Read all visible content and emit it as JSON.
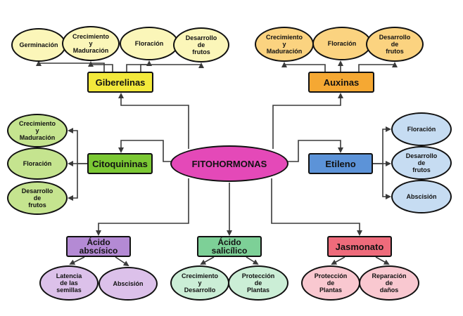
{
  "center": {
    "label": "FITOHORMONAS",
    "color": "#e449b8"
  },
  "hormones": {
    "giberelinas": {
      "label": "Giberelinas",
      "color": "#f3e93b",
      "effects": [
        "Germinación",
        "Crecimiento\ny\nMaduración",
        "Floración",
        "Desarrollo\nde\nfrutos"
      ],
      "effect_color": "#fbf6b9"
    },
    "auxinas": {
      "label": "Auxinas",
      "color": "#f5a833",
      "effects": [
        "Crecimiento\ny\nMaduración",
        "Floración",
        "Desarrollo\nde\nfrutos"
      ],
      "effect_color": "#fbd380"
    },
    "citoquininas": {
      "label": "Citoquininas",
      "color": "#7bc834",
      "effects": [
        "Crecimiento\ny\nMaduración",
        "Floración",
        "Desarrollo\nde\nfrutos"
      ],
      "effect_color": "#c5e48f"
    },
    "etileno": {
      "label": "Etileno",
      "color": "#5c93d8",
      "effects": [
        "Floración",
        "Desarrollo\nde\nfrutos",
        "Abscisión"
      ],
      "effect_color": "#c6dcf2"
    },
    "abscisico": {
      "label": "Ácido\nabscísico",
      "color": "#b48ad4",
      "effects": [
        "Latencia\nde las\nsemillas",
        "Abscisión"
      ],
      "effect_color": "#dcc1ea"
    },
    "salicilico": {
      "label": "Ácido\nsalicílico",
      "color": "#7dd097",
      "effects": [
        "Crecimiento\ny\nDesarrollo",
        "Protección\nde\nPlantas"
      ],
      "effect_color": "#cbeed6"
    },
    "jasmonato": {
      "label": "Jasmonato",
      "color": "#ee6b7b",
      "effects": [
        "Protección\nde\nPlantas",
        "Reparación\nde\ndaños"
      ],
      "effect_color": "#f9c8d0"
    }
  },
  "line_color": "#3a3a3a"
}
